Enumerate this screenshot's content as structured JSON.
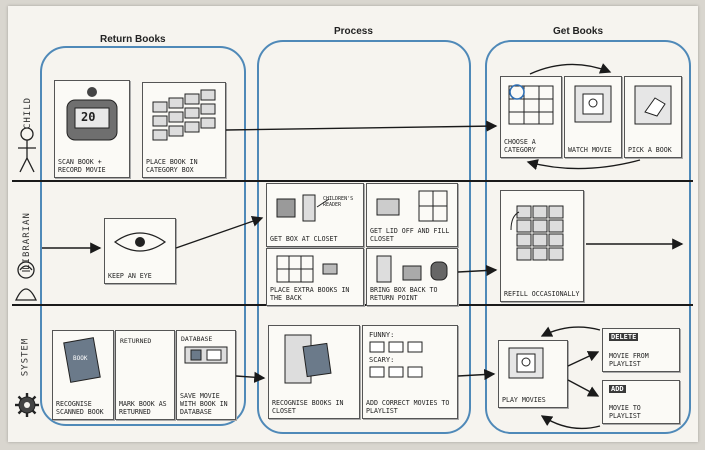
{
  "columns": {
    "return_books": "Return Books",
    "process": "Process",
    "get_books": "Get Books"
  },
  "lanes": [
    "CHILD",
    "LIBRARIAN",
    "SYSTEM"
  ],
  "cards": {
    "scan_book": "SCAN BOOK + RECORD MOVIE",
    "scan_counter": "20",
    "place_book": "PLACE BOOK IN CATEGORY BOX",
    "choose_category": "CHOOSE A CATEGORY",
    "watch_movie": "WATCH MOVIE",
    "pick_book": "PICK A BOOK",
    "keep_eye": "KEEP AN EYE",
    "get_box": "GET BOX AT CLOSET",
    "children_reader": "CHILDREN'S READER",
    "get_lid": "GET LID OFF AND FILL CLOSET",
    "place_extra": "PLACE EXTRA BOOKS IN THE BACK",
    "bring_box": "BRING BOX BACK TO RETURN POINT",
    "refill": "REFILL OCCASIONALLY",
    "recognise_scanned": "RECOGNISE SCANNED BOOK",
    "book_label": "BOOK",
    "returned_label": "RETURNED",
    "mark_book": "MARK BOOK AS RETURNED",
    "database_label": "DATABASE",
    "save_movie": "SAVE MOVIE WITH BOOK IN DATABASE",
    "recognise_closet": "RECOGNISE BOOKS IN CLOSET",
    "funny": "FUNNY:",
    "scary": "SCARY:",
    "add_correct": "ADD CORRECT MOVIES TO PLAYLIST",
    "play_movies": "PLAY MOVIES",
    "delete_heading": "DELETE",
    "delete_rest": "MOVIE FROM PLAYLIST",
    "add_heading": "ADD",
    "add_rest": "MOVIE TO PLAYLIST"
  },
  "colors": {
    "phase_border": "#4f89b8",
    "paper": "#f6f4ef",
    "ink": "#1a1a1a"
  }
}
